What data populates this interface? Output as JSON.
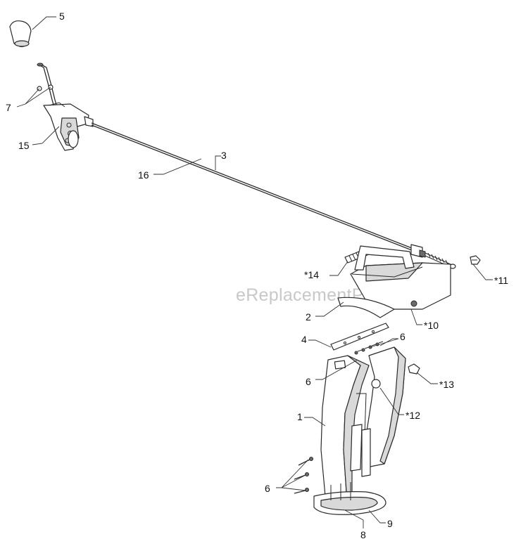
{
  "watermark": "eReplacementParts.com",
  "callouts": {
    "c5": "5",
    "c7": "7",
    "c15": "15",
    "c16": "16",
    "c3": "3",
    "c14": "*14",
    "c11": "*11",
    "c2": "2",
    "c10": "*10",
    "c4": "4",
    "c6a": "6",
    "c6b": "6",
    "c13": "*13",
    "c12": "*12",
    "c1": "1",
    "c6c": "6",
    "c8": "8",
    "c9": "9"
  }
}
